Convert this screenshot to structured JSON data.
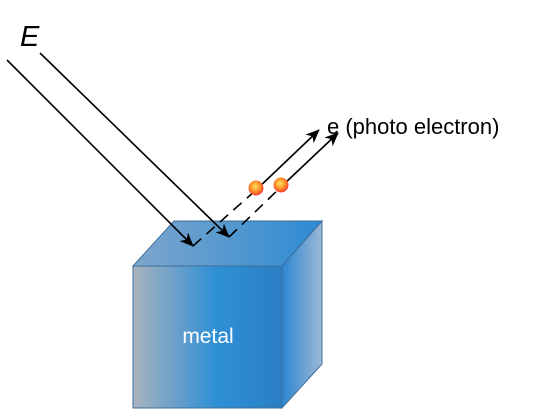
{
  "diagram": {
    "incident_label": "E",
    "electron_label": "e (photo electron)",
    "block_label": "metal"
  },
  "colors": {
    "line": "#000000",
    "cube_front_left": "#a9b2bd",
    "cube_front_right": "#2f90d6",
    "cube_top": "#6f9ec9",
    "cube_side": "#2b86d1",
    "electron_core": "#ffcf40",
    "electron_edge": "#ee3b2f"
  }
}
